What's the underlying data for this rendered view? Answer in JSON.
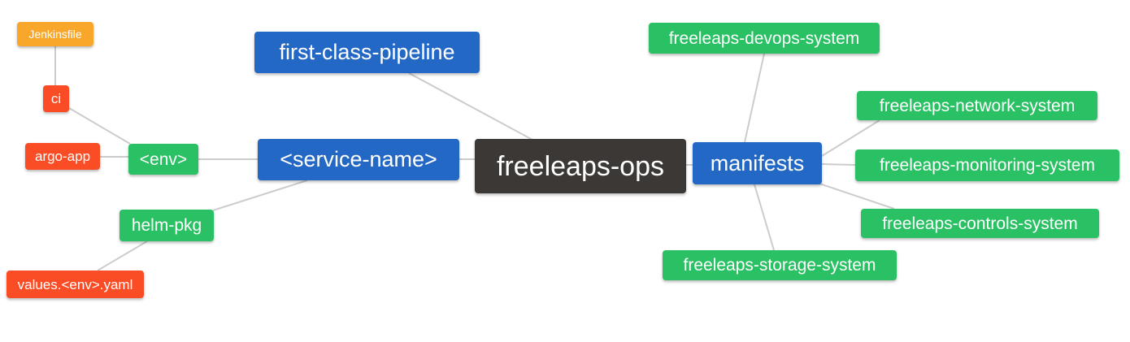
{
  "palette": {
    "root_bg": "#3c3836",
    "level1_bg": "#2368c4",
    "level2_bg": "#29c163",
    "level3_bg": "#fa4c25",
    "level4_bg": "#f9a72a",
    "edge": "#cccccc",
    "text": "#ffffff",
    "background": "#ffffff"
  },
  "mindmap": {
    "nodes": {
      "freeleaps_ops": {
        "label": "freeleaps-ops",
        "depth": 0
      },
      "first_class_pipeline": {
        "label": "first-class-pipeline",
        "depth": 1
      },
      "service_name": {
        "label": "<service-name>",
        "depth": 1
      },
      "manifests": {
        "label": "manifests",
        "depth": 1
      },
      "env": {
        "label": "<env>",
        "depth": 2
      },
      "helm_pkg": {
        "label": "helm-pkg",
        "depth": 2
      },
      "devops_system": {
        "label": "freeleaps-devops-system",
        "depth": 2
      },
      "network_system": {
        "label": "freeleaps-network-system",
        "depth": 2
      },
      "monitoring_system": {
        "label": "freeleaps-monitoring-system",
        "depth": 2
      },
      "controls_system": {
        "label": "freeleaps-controls-system",
        "depth": 2
      },
      "storage_system": {
        "label": "freeleaps-storage-system",
        "depth": 2
      },
      "ci": {
        "label": "ci",
        "depth": 3
      },
      "argo_app": {
        "label": "argo-app",
        "depth": 3
      },
      "values_env_yaml": {
        "label": "values.<env>.yaml",
        "depth": 3
      },
      "jenkinsfile": {
        "label": "Jenkinsfile",
        "depth": 4
      }
    },
    "edges": [
      {
        "from": "first_class_pipeline",
        "to": "freeleaps_ops"
      },
      {
        "from": "service_name",
        "to": "freeleaps_ops"
      },
      {
        "from": "manifests",
        "to": "freeleaps_ops"
      },
      {
        "from": "env",
        "to": "service_name"
      },
      {
        "from": "helm_pkg",
        "to": "service_name"
      },
      {
        "from": "ci",
        "to": "env"
      },
      {
        "from": "argo_app",
        "to": "env"
      },
      {
        "from": "jenkinsfile",
        "to": "ci"
      },
      {
        "from": "values_env_yaml",
        "to": "helm_pkg"
      },
      {
        "from": "devops_system",
        "to": "manifests"
      },
      {
        "from": "network_system",
        "to": "manifests"
      },
      {
        "from": "monitoring_system",
        "to": "manifests"
      },
      {
        "from": "controls_system",
        "to": "manifests"
      },
      {
        "from": "storage_system",
        "to": "manifests"
      }
    ]
  }
}
